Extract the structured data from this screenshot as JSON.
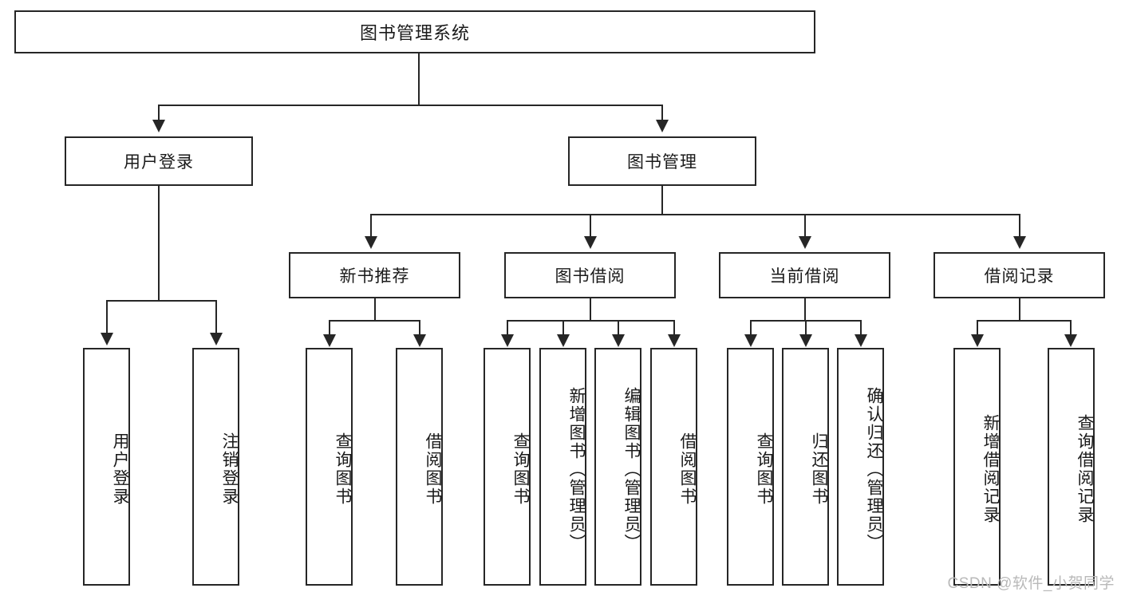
{
  "diagram": {
    "title": "图书管理系统",
    "type": "hierarchy-tree",
    "root": {
      "label": "图书管理系统"
    },
    "level2": [
      {
        "id": "user-login",
        "label": "用户登录"
      },
      {
        "id": "book-management",
        "label": "图书管理"
      }
    ],
    "level3": [
      {
        "id": "new-book-recommend",
        "label": "新书推荐",
        "parent": "book-management"
      },
      {
        "id": "book-borrow",
        "label": "图书借阅",
        "parent": "book-management"
      },
      {
        "id": "current-borrow",
        "label": "当前借阅",
        "parent": "book-management"
      },
      {
        "id": "borrow-record",
        "label": "借阅记录",
        "parent": "book-management"
      }
    ],
    "leaves": {
      "user_login": [
        {
          "id": "leaf-user-login",
          "label": "用户登录"
        },
        {
          "id": "leaf-logout",
          "label": "注销登录"
        }
      ],
      "new_book_recommend": [
        {
          "id": "leaf-query-book-1",
          "label": "查询图书"
        },
        {
          "id": "leaf-borrow-book-1",
          "label": "借阅图书"
        }
      ],
      "book_borrow": [
        {
          "id": "leaf-query-book-2",
          "label": "查询图书"
        },
        {
          "id": "leaf-add-book",
          "label": "新增图书（管理员）"
        },
        {
          "id": "leaf-edit-book",
          "label": "编辑图书（管理员）"
        },
        {
          "id": "leaf-borrow-book-2",
          "label": "借阅图书"
        }
      ],
      "current_borrow": [
        {
          "id": "leaf-query-book-3",
          "label": "查询图书"
        },
        {
          "id": "leaf-return-book",
          "label": "归还图书"
        },
        {
          "id": "leaf-confirm-return",
          "label": "确认归还（管理员）"
        }
      ],
      "borrow_record": [
        {
          "id": "leaf-add-record",
          "label": "新增借阅记录"
        },
        {
          "id": "leaf-query-record",
          "label": "查询借阅记录"
        }
      ]
    }
  },
  "watermark": {
    "text": "CSDN @软件_小贺同学"
  },
  "colors": {
    "stroke": "#262626",
    "background": "#ffffff",
    "watermark": "#b9b9b9"
  }
}
